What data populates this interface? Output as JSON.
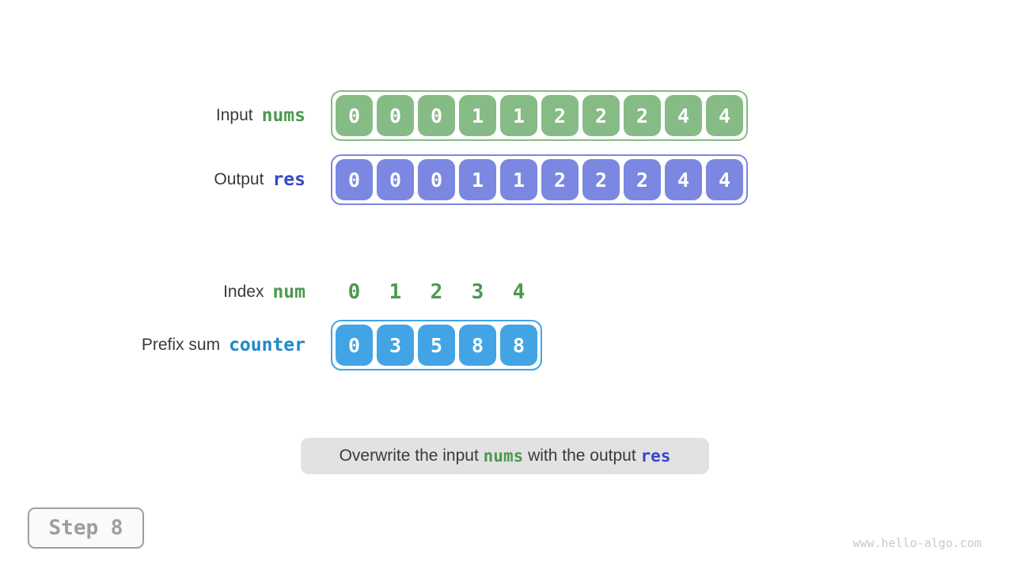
{
  "colors": {
    "green-box": "#86BB85",
    "green-text": "#4C9A50",
    "purple-box": "#7B87E1",
    "res-text": "#3647C9",
    "blue-box": "#42A4E5",
    "counter-text": "#1E88C9",
    "label-text": "#3A3A3A",
    "caption-bg": "#E2E2E2",
    "step-border": "#9E9E9E",
    "step-bg": "#FAFAFA",
    "step-text": "#9E9E9E",
    "watermark-text": "#C9C9C9"
  },
  "rows": {
    "input": {
      "label": "Input",
      "variable": "nums",
      "values": [
        "0",
        "0",
        "0",
        "1",
        "1",
        "2",
        "2",
        "2",
        "4",
        "4"
      ]
    },
    "output": {
      "label": "Output",
      "variable": "res",
      "values": [
        "0",
        "0",
        "0",
        "1",
        "1",
        "2",
        "2",
        "2",
        "4",
        "4"
      ]
    },
    "index": {
      "label": "Index",
      "variable": "num",
      "values": [
        "0",
        "1",
        "2",
        "3",
        "4"
      ]
    },
    "prefix_sum": {
      "label": "Prefix sum",
      "variable": "counter",
      "values": [
        "0",
        "3",
        "5",
        "8",
        "8"
      ]
    }
  },
  "caption": {
    "parts": [
      {
        "text": "Overwrite the input "
      },
      {
        "text": "nums",
        "cls": "code-green"
      },
      {
        "text": " with the output "
      },
      {
        "text": "res",
        "cls": "code-blue"
      }
    ]
  },
  "step_badge": {
    "label": "Step 8"
  },
  "watermark": "www.hello-algo.com"
}
